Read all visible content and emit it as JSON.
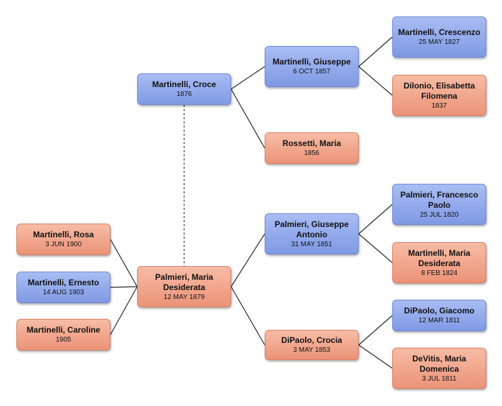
{
  "colors": {
    "male": "#8ea6ea",
    "female": "#f0a68c",
    "line": "#222222"
  },
  "people": {
    "croce": {
      "name": "Martinelli, Croce",
      "date": "1876",
      "gender": "male"
    },
    "giuseppe": {
      "name": "Martinelli, Giuseppe",
      "date": "6 OCT 1857",
      "gender": "male"
    },
    "rossetti": {
      "name": "Rossetti, Maria",
      "date": "1856",
      "gender": "female"
    },
    "crescenzo": {
      "name": "Martinelli, Crescenzo",
      "date": "25 MAY 1827",
      "gender": "male"
    },
    "dilonio": {
      "name": "Dilonio, Elisabetta Filomena",
      "date": "1837",
      "gender": "female"
    },
    "mariaD": {
      "name": "Palmieri, Maria Desiderata",
      "date": "12 MAY 1879",
      "gender": "female"
    },
    "giuseppeA": {
      "name": "Palmieri, Giuseppe Antonio",
      "date": "31 MAY 1851",
      "gender": "male"
    },
    "crocia": {
      "name": "DiPaolo, Crocia",
      "date": "3 MAY 1853",
      "gender": "female"
    },
    "francesco": {
      "name": "Palmieri, Francesco Paolo",
      "date": "25 JUL 1820",
      "gender": "male"
    },
    "martinelliMD": {
      "name": "Martinelli, Maria Desiderata",
      "date": "8 FEB 1824",
      "gender": "female"
    },
    "giacomo": {
      "name": "DiPaolo, Giacomo",
      "date": "12 MAR 1811",
      "gender": "male"
    },
    "devitis": {
      "name": "DeVitis, Maria Domenica",
      "date": "3 JUL 1811",
      "gender": "female"
    },
    "rosa": {
      "name": "Martinelli, Rosa",
      "date": "3 JUN 1900",
      "gender": "female"
    },
    "ernesto": {
      "name": "Martinelli, Ernesto",
      "date": "14 AUG 1903",
      "gender": "male"
    },
    "caroline": {
      "name": "Martinelli, Caroline",
      "date": "1905",
      "gender": "female"
    }
  },
  "relations": {
    "parents": [
      {
        "child": "croce",
        "parents": [
          "giuseppe",
          "rossetti"
        ]
      },
      {
        "child": "giuseppe",
        "parents": [
          "crescenzo",
          "dilonio"
        ]
      },
      {
        "child": "mariaD",
        "parents": [
          "giuseppeA",
          "crocia"
        ]
      },
      {
        "child": "giuseppeA",
        "parents": [
          "francesco",
          "martinelliMD"
        ]
      },
      {
        "child": "crocia",
        "parents": [
          "giacomo",
          "devitis"
        ]
      }
    ],
    "children": [
      {
        "parent": "mariaD",
        "children": [
          "rosa",
          "ernesto",
          "caroline"
        ]
      }
    ],
    "spouse": [
      [
        "croce",
        "mariaD"
      ]
    ]
  }
}
